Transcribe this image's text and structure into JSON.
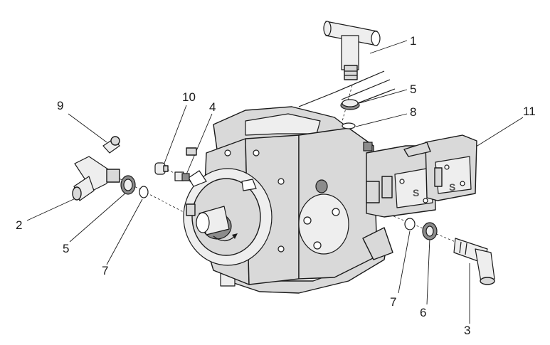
{
  "callouts": [
    {
      "id": "c1",
      "label": "1"
    },
    {
      "id": "c5a",
      "label": "5"
    },
    {
      "id": "c8",
      "label": "8"
    },
    {
      "id": "c11",
      "label": "11"
    },
    {
      "id": "c10",
      "label": "10"
    },
    {
      "id": "c4",
      "label": "4"
    },
    {
      "id": "c9",
      "label": "9"
    },
    {
      "id": "c2",
      "label": "2"
    },
    {
      "id": "c5b",
      "label": "5"
    },
    {
      "id": "c7a",
      "label": "7"
    },
    {
      "id": "c7b",
      "label": "7"
    },
    {
      "id": "c6",
      "label": "6"
    },
    {
      "id": "c3",
      "label": "3"
    }
  ],
  "housing_marks": [
    "S",
    "S"
  ]
}
